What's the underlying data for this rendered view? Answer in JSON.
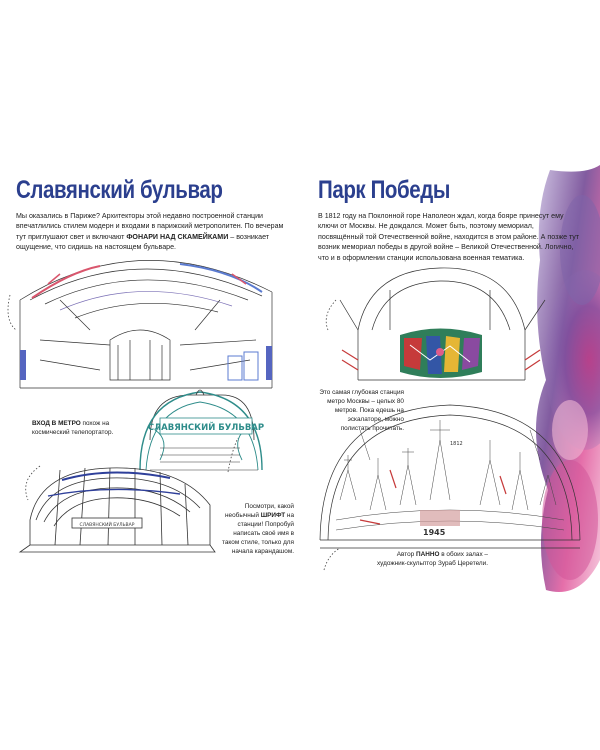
{
  "left_page": {
    "title": "Славянский бульвар",
    "body_1": "Мы оказались в Париже? Архитекторы этой недавно построенной станции впечатлились стилем модерн и входами в парижский метрополитен. По вечерам тут приглушают свет и включают ",
    "body_bold": "ФОНАРИ НАД СКАМЕЙКАМИ",
    "body_2": " – возникает ощущение, что сидишь на настоящем бульваре.",
    "caption_entrance_bold": "ВХОД В МЕТРО",
    "caption_entrance": " похож на космический телепортатор.",
    "caption_font_1": "Посмотри, какой необычный ",
    "caption_font_bold": "ШРИФТ",
    "caption_font_2": " на станции! Попробуй написать своё имя в таком стиле, только для начала карандашом.",
    "sign_text": "СЛАВЯНСКИЙ БУЛЬВАР",
    "pavilion_text": "СЛАВЯНСКИЙ БУЛЬВАР"
  },
  "right_page": {
    "title": "Парк Победы",
    "body": "В 1812 году на Поклонной горе Наполеон ждал, когда бояре принесут ему ключи от Москвы. Не дождался. Может быть, поэтому мемориал, посвящённый той Отечественной войне, находится в этом районе. А позже тут возник мемориал победы в другой войне – Великой Отечественной. Логично, что и в оформлении станции использована военная тематика.",
    "caption_depth": "Это самая глубокая станция метро Москвы – целых 80 метров. Пока едешь на эскалаторе, можно полистать прочитать.",
    "caption_author_1": "Автор ",
    "caption_author_bold": "ПАННО",
    "caption_author_2": " в обоих залах – художник-скульптор Зураб Церетели.",
    "year_1812": "1812",
    "year_1945": "1945"
  },
  "colors": {
    "title_blue": "#2b3f8e",
    "purple_paint": "#6b3f8f",
    "pink_paint": "#e0559a",
    "line_blue": "#2e3f9a",
    "line_teal": "#2a8a8a",
    "line_red": "#c63a3a"
  }
}
